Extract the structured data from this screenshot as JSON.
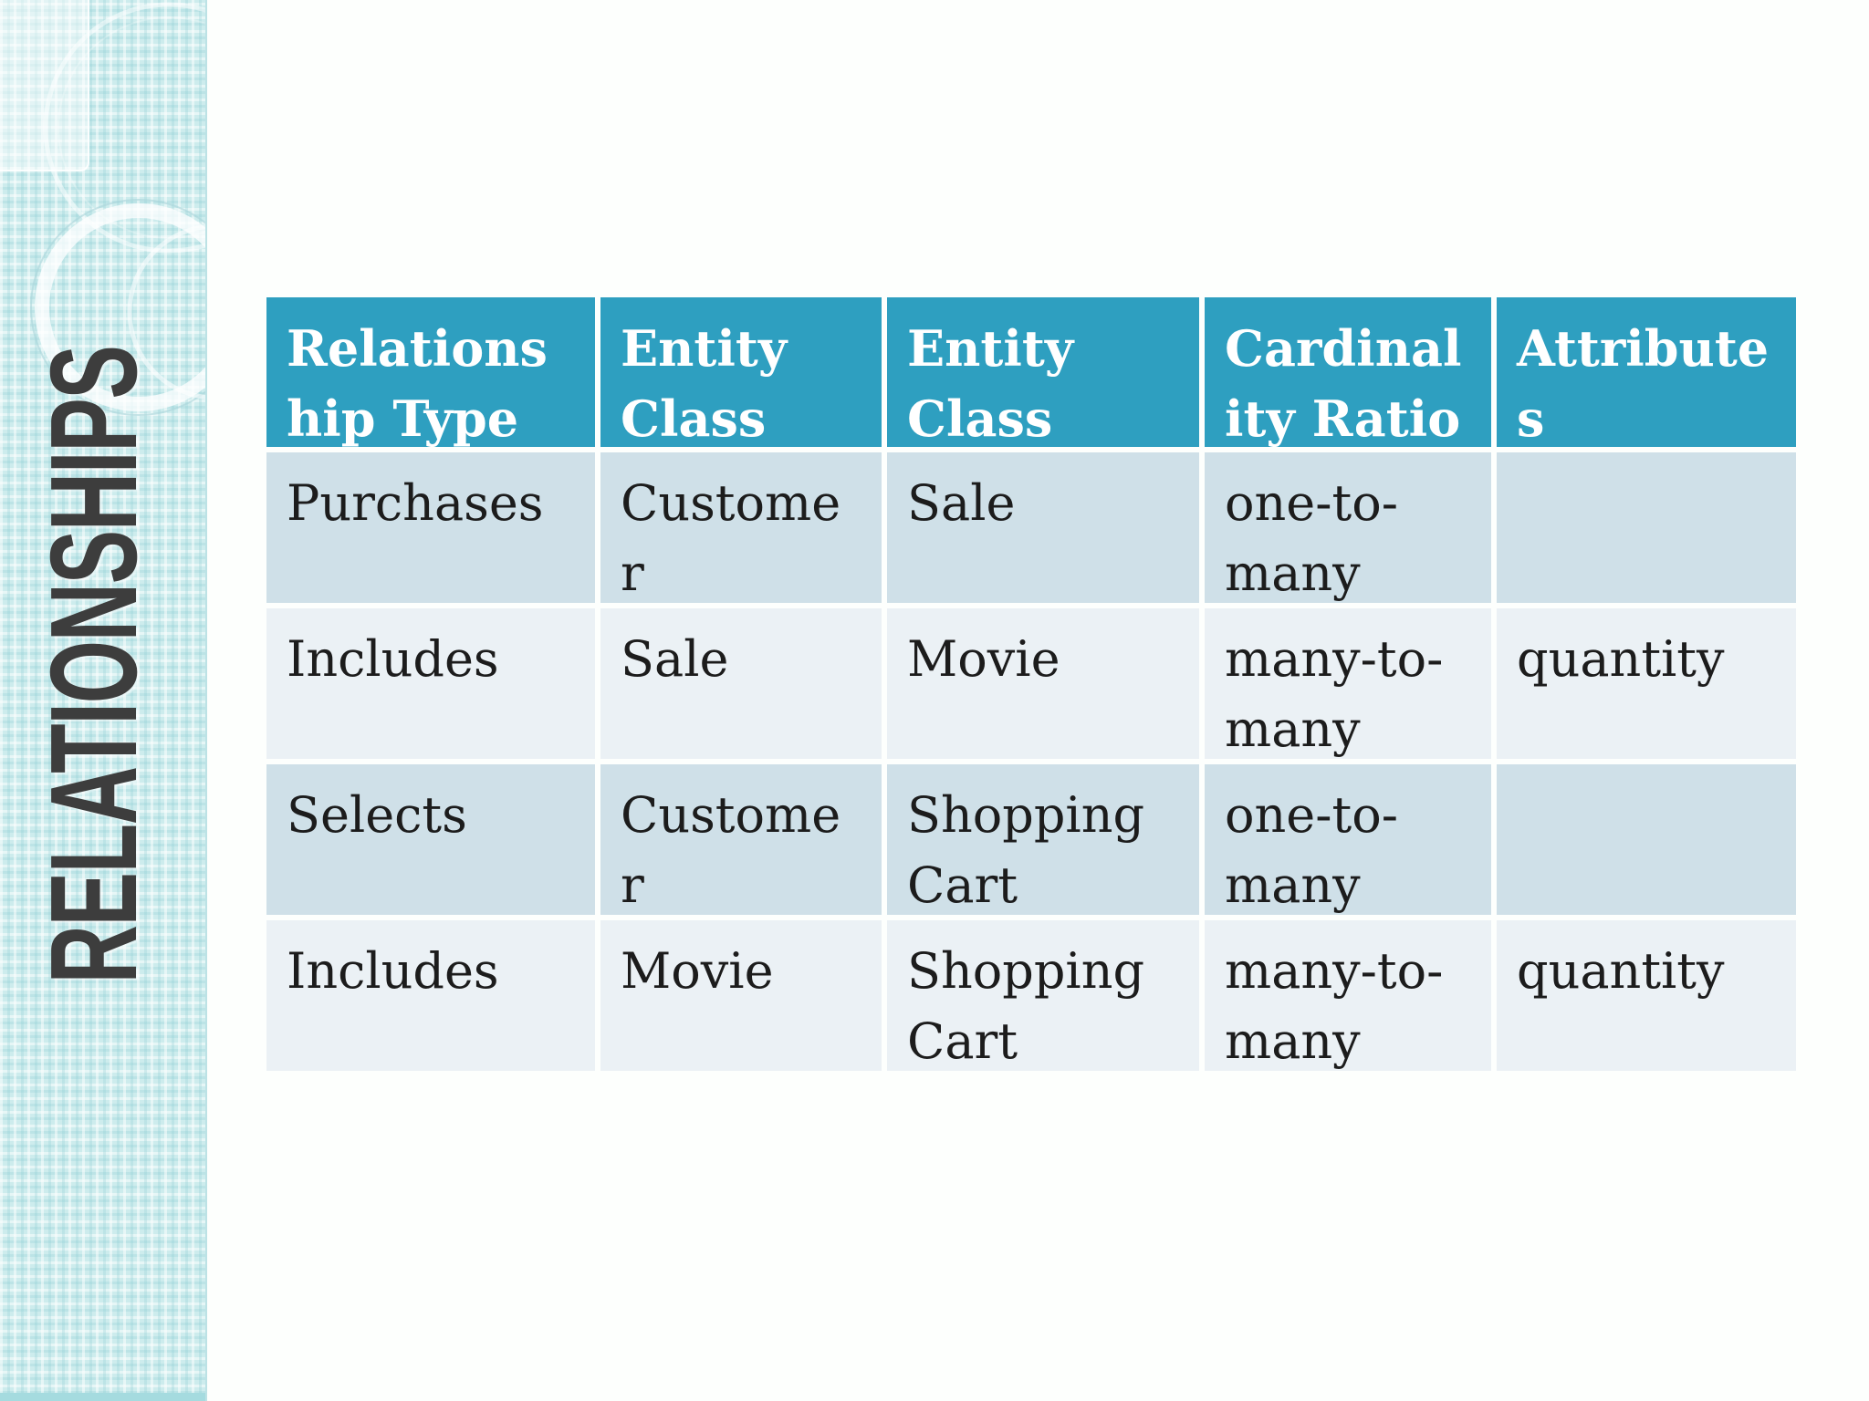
{
  "slide": {
    "vertical_title": "RELATIONSHIPS",
    "background_color": "#fdfffd",
    "sidebar_color": "#cdeced",
    "accent_teal": "#2e9fc0",
    "title_color": "#3d3d3d"
  },
  "table": {
    "header_bg": "#2e9fc0",
    "header_text_color": "#ffffff",
    "row_bg_odd": "#cfe0e8",
    "row_bg_even": "#ebf1f5",
    "body_text_color": "#1c1c1c",
    "headers": [
      "Relationship Type",
      "Entity Class",
      "Entity Class",
      "Cardinality Ratio",
      "Attributes"
    ],
    "rows": [
      [
        "Purchases",
        "Customer",
        "Sale",
        "one-to-many",
        ""
      ],
      [
        "Includes",
        "Sale",
        "Movie",
        "many-to-many",
        "quantity"
      ],
      [
        "Selects",
        "Customer",
        "Shopping Cart",
        "one-to-many",
        ""
      ],
      [
        "Includes",
        "Movie",
        "Shopping Cart",
        "many-to-many",
        "quantity"
      ]
    ]
  }
}
